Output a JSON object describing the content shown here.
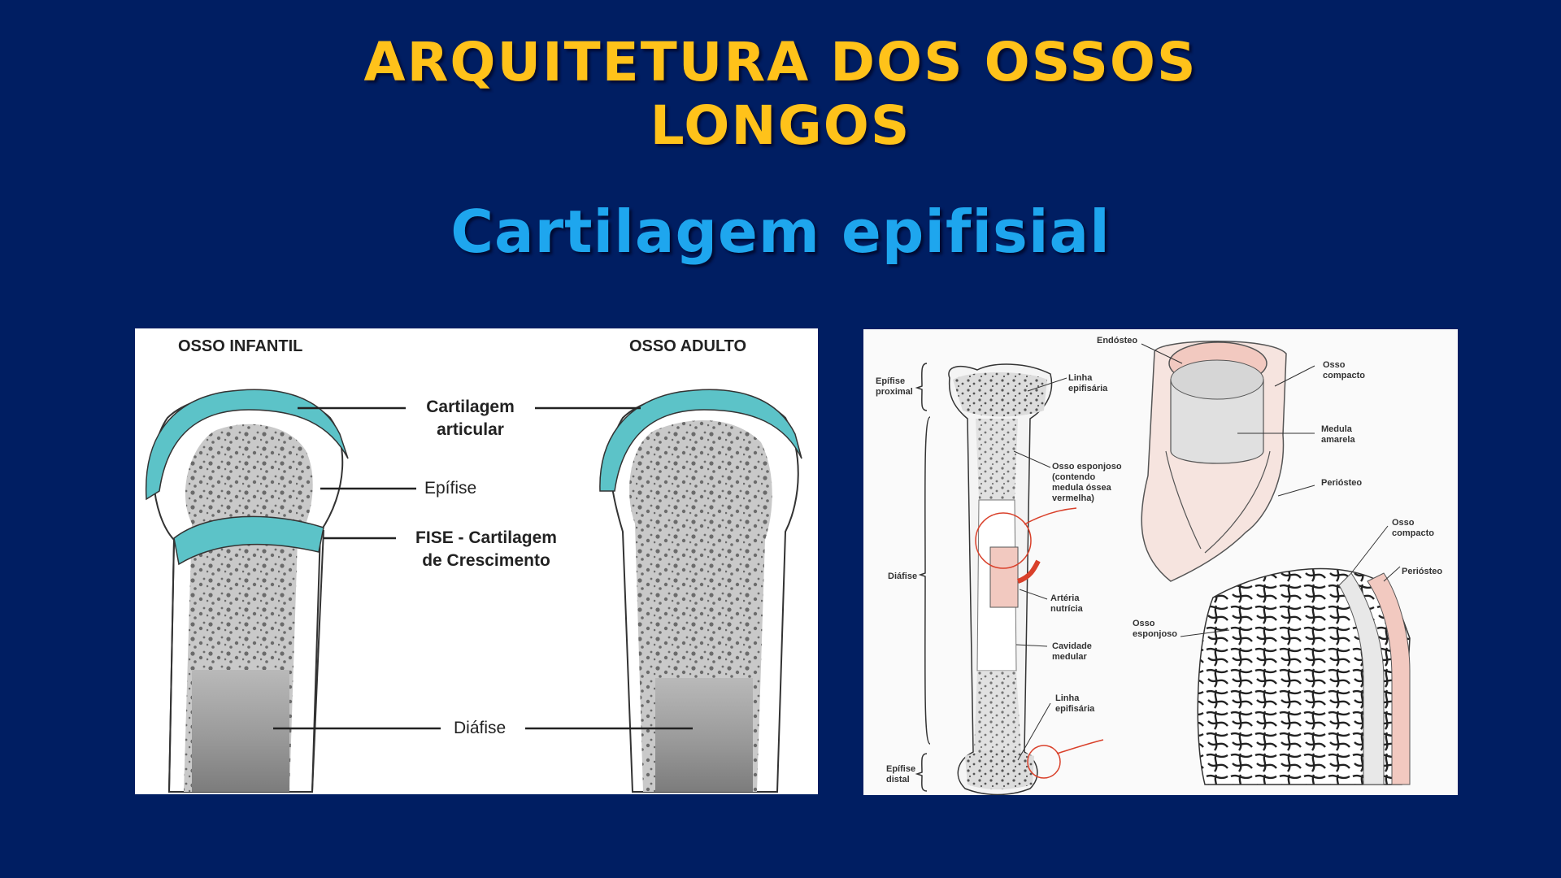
{
  "slide": {
    "title_line1": "ARQUITETURA DOS OSSOS",
    "title_line2": "LONGOS",
    "subtitle": "Cartilagem epifisial"
  },
  "left_figure": {
    "header_child": "OSSO INFANTIL",
    "header_adult": "OSSO ADULTO",
    "cartilagem_l1": "Cartilagem",
    "cartilagem_l2": "articular",
    "epifise": "Epífise",
    "fise_l1": "FISE - Cartilagem",
    "fise_l2": "de Crescimento",
    "diafise": "Diáfise"
  },
  "right_figure": {
    "epifise_proximal_l1": "Epífise",
    "epifise_proximal_l2": "proximal",
    "diafise": "Diáfise",
    "epifise_distal_l1": "Epífise",
    "epifise_distal_l2": "distal",
    "linha_epifisaria_top_l1": "Linha",
    "linha_epifisaria_top_l2": "epifisária",
    "osso_esponjoso_l1": "Osso esponjoso",
    "osso_esponjoso_l2": "(contendo",
    "osso_esponjoso_l3": "medula óssea",
    "osso_esponjoso_l4": "vermelha)",
    "arteria_l1": "Artéria",
    "arteria_l2": "nutrícia",
    "cavidade_l1": "Cavidade",
    "cavidade_l2": "medular",
    "linha_epifisaria_bot_l1": "Linha",
    "linha_epifisaria_bot_l2": "epifisária",
    "endosteo": "Endósteo",
    "osso_compacto_top_l1": "Osso",
    "osso_compacto_top_l2": "compacto",
    "medula_l1": "Medula",
    "medula_l2": "amarela",
    "periosteo_top": "Periósteo",
    "osso_compacto_bot_l1": "Osso",
    "osso_compacto_bot_l2": "compacto",
    "periosteo_bot": "Periósteo",
    "osso_esponjoso_zoom_l1": "Osso",
    "osso_esponjoso_zoom_l2": "esponjoso"
  },
  "colors": {
    "background": "#001e62",
    "title": "#ffc21a",
    "subtitle": "#1ea6ee",
    "cartilage": "#5cc3c8",
    "bone_gray": "#8a8a8a",
    "periosteum_pink": "#f2c9c0",
    "artery_red": "#d9402a"
  }
}
